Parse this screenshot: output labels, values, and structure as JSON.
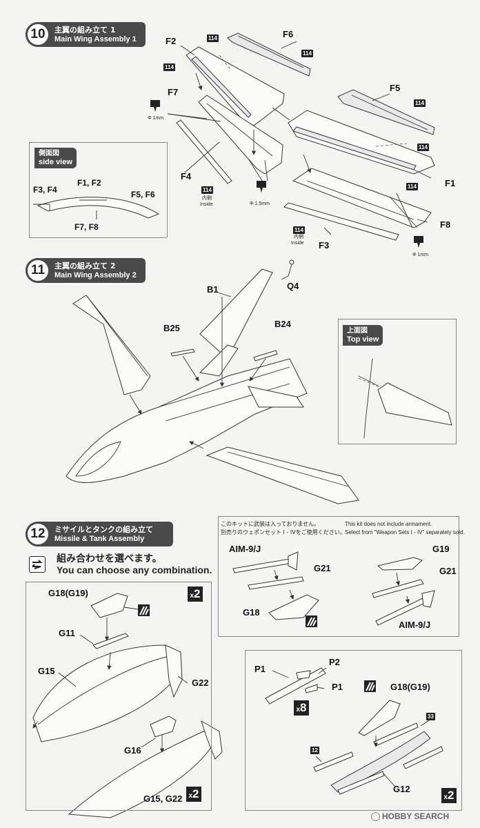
{
  "colors": {
    "header_bg": "#4a4a4a",
    "box_border": "#888888",
    "ink": "#222222"
  },
  "paint_code": "114",
  "step10": {
    "number": "10",
    "title_jp": "主翼の組み立て 1",
    "title_en": "Main Wing Assembly 1",
    "parts": [
      "F2",
      "F6",
      "F7",
      "F4",
      "F5",
      "F1",
      "F8",
      "F3"
    ],
    "drill_small": "Φ 1mm",
    "drill_mid": "Φ 1.5mm",
    "inside_jp": "内側",
    "inside_en": "Inside",
    "side_view": {
      "title_jp": "側面図",
      "title_en": "side view",
      "labels": [
        "F3, F4",
        "F1, F2",
        "F5, F6",
        "F7, F8"
      ]
    }
  },
  "step11": {
    "number": "11",
    "title_jp": "主翼の組み立て 2",
    "title_en": "Main Wing Assembly 2",
    "parts": [
      "B1",
      "Q4",
      "B25",
      "B24"
    ],
    "top_view": {
      "title_jp": "上面図",
      "title_en": "Top view"
    }
  },
  "step12": {
    "number": "12",
    "title_jp": "ミサイルとタンクの組み立て",
    "title_en": "Missile & Tank Assembly",
    "choose_jp": "組み合わせを選べます。",
    "choose_en": "You can choose any combination.",
    "note_jp_1": "このキットに武装は入っておりません。",
    "note_jp_2": "別売りのウェポンセット I - IVをご使用ください。",
    "note_en_1": "This kit does not include armament.",
    "note_en_2": "Select from \"Weapon Sets I - IV\" separately sold.",
    "tank_labels": [
      "G18(G19)",
      "G11",
      "G15",
      "G22",
      "G16",
      "G15, G22"
    ],
    "missile_labels_left": [
      "AIM-9/J",
      "G21",
      "G18"
    ],
    "missile_labels_right": [
      "G19",
      "G21",
      "AIM-9/J"
    ],
    "rack_labels": [
      "P1",
      "P2",
      "P1",
      "G18(G19)",
      "G12"
    ],
    "rack_codes": [
      "33",
      "12"
    ],
    "mult_2": "2",
    "mult_8": "8",
    "mult_x": "x"
  },
  "watermark": "HOBBY SEARCH"
}
